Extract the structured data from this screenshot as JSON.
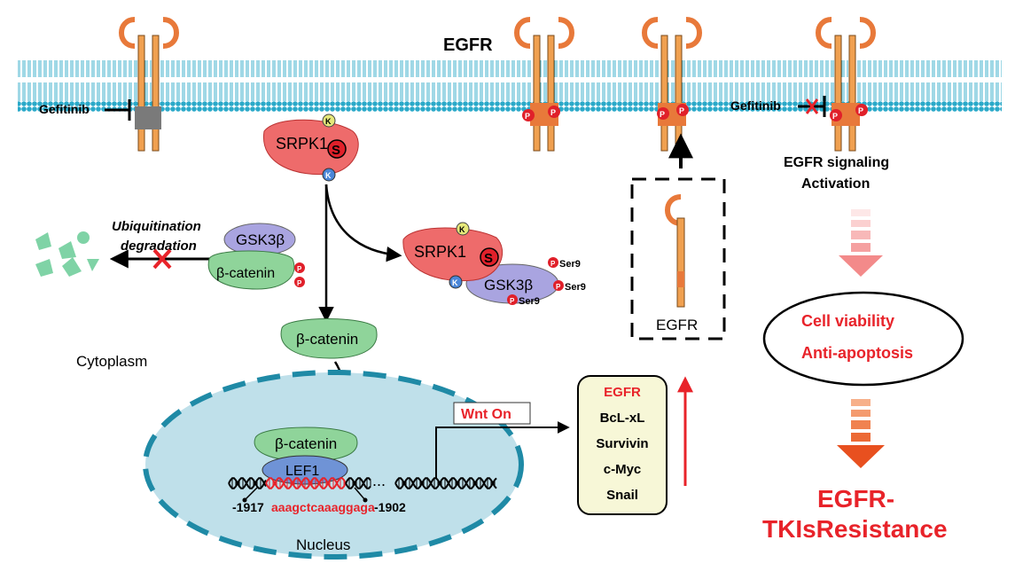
{
  "labels": {
    "egfr_top": "EGFR",
    "gefitinib_left": "Gefitinib",
    "gefitinib_right": "Gefitinib",
    "srpk1_main": "SRPK1",
    "srpk1_complex": "SRPK1",
    "k_symbol": "K",
    "s_symbol": "S",
    "p_symbol": "P",
    "ubiquitination": "Ubiquitination",
    "degradation": "degradation",
    "gsk3b": "GSK3β",
    "gsk3b_complex": "GSK3β",
    "bcatenin_left": "β-catenin",
    "bcatenin_mid": "β-catenin",
    "bcatenin_nucleus": "β-catenin",
    "ser9_1": "Ser9",
    "ser9_2": "Ser9",
    "ser9_3": "Ser9",
    "cytoplasm": "Cytoplasm",
    "nucleus": "Nucleus",
    "lef1": "LEF1",
    "dna_left_pos": "-1917",
    "dna_right_pos": "-1902",
    "dna_seq": "aaagctcaaaggaga",
    "wnt_on": "Wnt On",
    "egfr_box": "EGFR",
    "egfr_signaling_1": "EGFR signaling",
    "egfr_signaling_2": "Activation",
    "cell_viability": "Cell viability",
    "anti_apoptosis": "Anti-apoptosis",
    "resistance_1": "EGFR-",
    "resistance_2": "TKIsResistance"
  },
  "target_genes": [
    "EGFR",
    "BcL-xL",
    "Survivin",
    "c-Myc",
    "Snail"
  ],
  "colors": {
    "membrane": "#2aa9c9",
    "receptor_orange": "#f0a050",
    "receptor_dark": "#e8793a",
    "inhibited_gray": "#7a7a7a",
    "srpk1_red": "#ee6b6b",
    "gsk_purple": "#a9a4e0",
    "catenin_green": "#8fd49a",
    "lef1_blue": "#6f93d6",
    "nucleus_fill": "#bfe0ea",
    "nucleus_border": "#1f8aa6",
    "phospho_red": "#e0202a",
    "k_yellow": "#e6e87a",
    "k_blue": "#4a86d8",
    "alert_red": "#e8232a",
    "gene_box_fill": "#f7f7d7",
    "debris_green": "#7fd3a6"
  }
}
